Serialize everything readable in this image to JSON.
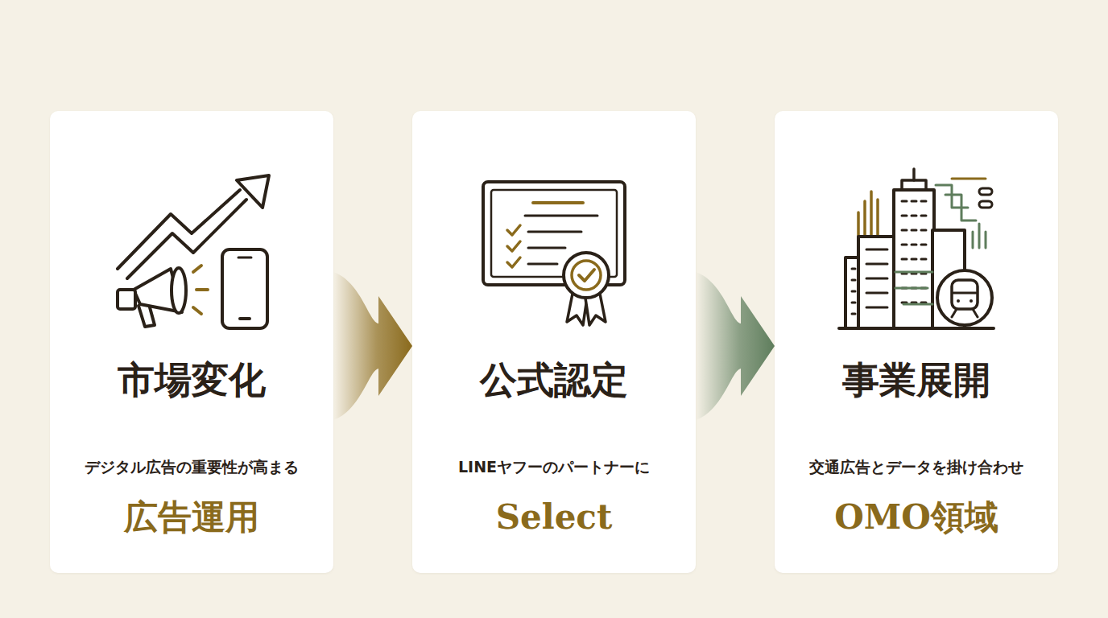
{
  "diagram": {
    "nodes": [
      {
        "text": [
          "市場変化",
          "デジタル広告の重要性が高まる",
          "広告運用"
        ]
      },
      {
        "text": [
          "公式認定",
          "LINEヤフーのパートナーに",
          "Select"
        ]
      },
      {
        "text": [
          "事業展開",
          "交通広告とデータを掛け合わせ",
          "OMO領域"
        ]
      }
    ],
    "edges": [
      {
        "from": 0,
        "to": 1,
        "arrow": "to"
      },
      {
        "from": 1,
        "to": 2,
        "arrow": "to"
      }
    ]
  }
}
